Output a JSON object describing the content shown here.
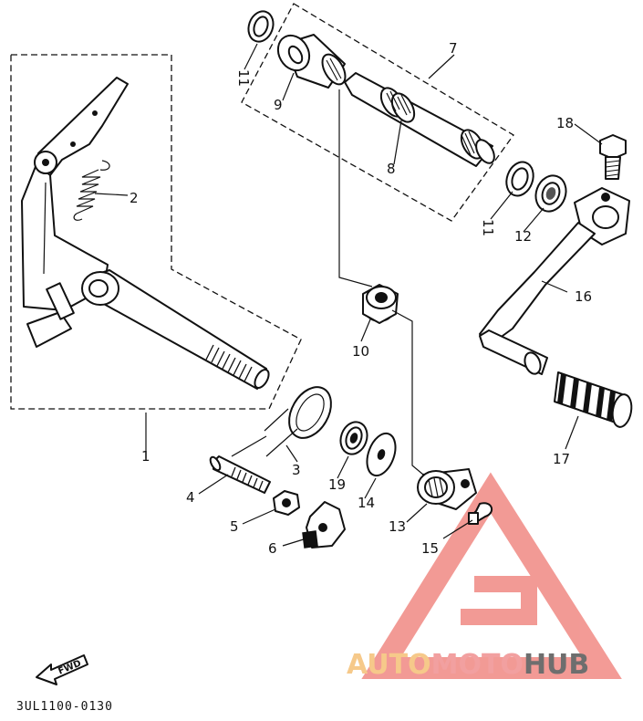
{
  "diagram": {
    "part_numbers": {
      "p1": "1",
      "p2": "2",
      "p3": "3",
      "p4": "4",
      "p5": "5",
      "p6": "6",
      "p7": "7",
      "p8": "8",
      "p9": "9",
      "p10": "10",
      "p11a": "11",
      "p11b": "11",
      "p12": "12",
      "p13": "13",
      "p14": "14",
      "p15": "15",
      "p16": "16",
      "p17": "17",
      "p18": "18",
      "p19": "19"
    },
    "fwd_label": "FWD",
    "drawing_code": "3UL1100-0130"
  },
  "watermark": {
    "part1": "AUTO",
    "part2": "MOTO",
    "part3": "HUB",
    "colors": {
      "auto": "#f6c98a",
      "moto": "#f2a0a0",
      "hub": "#6e6e6e",
      "triangle": "#e9483f"
    }
  }
}
